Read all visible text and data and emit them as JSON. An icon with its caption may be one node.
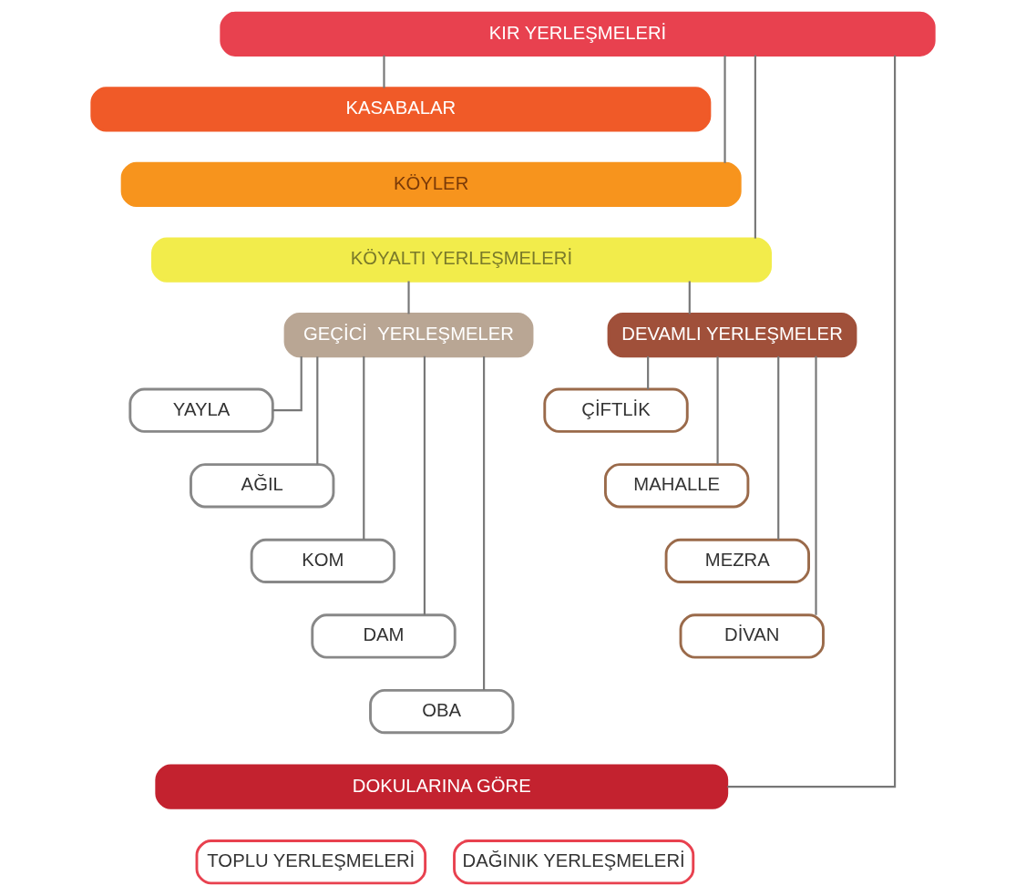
{
  "diagram": {
    "nodes": [
      {
        "text": [
          "KIR YERLEŞMELERİ"
        ]
      },
      {
        "text": [
          "KASABALAR"
        ]
      },
      {
        "text": [
          "KÖYLER"
        ]
      },
      {
        "text": [
          "KÖYALTI YERLEŞMELERİ"
        ]
      },
      {
        "text": [
          "GEÇİCİ  YERLEŞMELER"
        ]
      },
      {
        "text": [
          "DEVAMLI YERLEŞMELER"
        ]
      },
      {
        "text": [
          "YAYLA"
        ]
      },
      {
        "text": [
          "AĞIL"
        ]
      },
      {
        "text": [
          "KOM"
        ]
      },
      {
        "text": [
          "DAM"
        ]
      },
      {
        "text": [
          "OBA"
        ]
      },
      {
        "text": [
          "ÇİFTLİK"
        ]
      },
      {
        "text": [
          "MAHALLE"
        ]
      },
      {
        "text": [
          "MEZRA"
        ]
      },
      {
        "text": [
          "DİVAN"
        ]
      },
      {
        "text": [
          "DOKULARINA GÖRE"
        ]
      },
      {
        "text": [
          "TOPLU YERLEŞMELERİ"
        ]
      },
      {
        "text": [
          "DAĞINIK YERLEŞMELERİ"
        ]
      }
    ],
    "edges": [
      {
        "from": 0,
        "to": 1,
        "arrow": "none"
      },
      {
        "from": 0,
        "to": 2,
        "arrow": "none"
      },
      {
        "from": 0,
        "to": 3,
        "arrow": "none"
      },
      {
        "from": 3,
        "to": 4,
        "arrow": "none"
      },
      {
        "from": 3,
        "to": 5,
        "arrow": "none"
      },
      {
        "from": 4,
        "to": 6,
        "arrow": "none"
      },
      {
        "from": 4,
        "to": 7,
        "arrow": "none"
      },
      {
        "from": 4,
        "to": 8,
        "arrow": "none"
      },
      {
        "from": 4,
        "to": 9,
        "arrow": "none"
      },
      {
        "from": 4,
        "to": 10,
        "arrow": "none"
      },
      {
        "from": 5,
        "to": 11,
        "arrow": "none"
      },
      {
        "from": 5,
        "to": 12,
        "arrow": "none"
      },
      {
        "from": 5,
        "to": 13,
        "arrow": "none"
      },
      {
        "from": 5,
        "to": 14,
        "arrow": "none"
      },
      {
        "from": 0,
        "to": 15,
        "arrow": "none"
      }
    ]
  }
}
